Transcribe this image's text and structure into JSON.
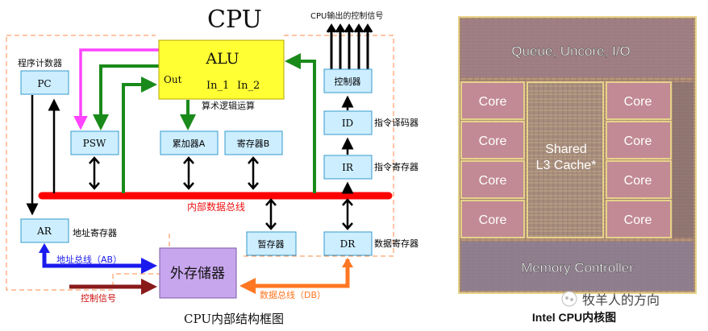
{
  "left_diagram": {
    "title": "CPU",
    "caption": "CPU内部结构框图",
    "alu": {
      "label": "ALU",
      "out": "Out",
      "in1": "In_1",
      "in2": "In_2",
      "desc": "算术逻辑运算"
    },
    "pc": {
      "label": "PC",
      "desc": "程序计数器"
    },
    "psw": {
      "label": "PSW"
    },
    "accA": {
      "label": "累加器A"
    },
    "regB": {
      "label": "寄存器B"
    },
    "controller": {
      "label": "控制器"
    },
    "ctrl_out": {
      "label": "CPU输出的控制信号"
    },
    "id": {
      "label": "ID",
      "desc": "指令译码器"
    },
    "ir": {
      "label": "IR",
      "desc": "指令寄存器"
    },
    "bus": {
      "label": "内部数据总线"
    },
    "ar": {
      "label": "AR",
      "desc": "地址寄存器"
    },
    "temp": {
      "label": "暂存器"
    },
    "dr": {
      "label": "DR",
      "desc": "数据寄存器"
    },
    "memory": {
      "label": "外存储器"
    },
    "address_bus": {
      "label": "地址总线（AB）"
    },
    "data_bus": {
      "label": "数据总线（DB）"
    },
    "control_signal": {
      "label": "控制信号"
    }
  },
  "right_diagram": {
    "caption": "Intel CPU内核图",
    "queue": "Queue, Uncore, I/O",
    "cores": [
      "Core",
      "Core",
      "Core",
      "Core",
      "Core",
      "Core",
      "Core",
      "Core"
    ],
    "cache_line1": "Shared",
    "cache_line2": "L3 Cache*",
    "memory_controller": "Memory Controller"
  },
  "watermark": "牧羊人的方向",
  "colors": {
    "alu_fill": "#ffff33",
    "box_fill": "#cdeeff",
    "box_stroke": "#3399cc",
    "memory_fill": "#c8a6ee",
    "bus_red": "#ff0000",
    "green": "#1a8a1a",
    "magenta": "#ff44ff",
    "blue": "#1a1aee",
    "orange": "#ff7722",
    "darkred": "#8a1a1a",
    "dashed_border": "#ff8844"
  }
}
